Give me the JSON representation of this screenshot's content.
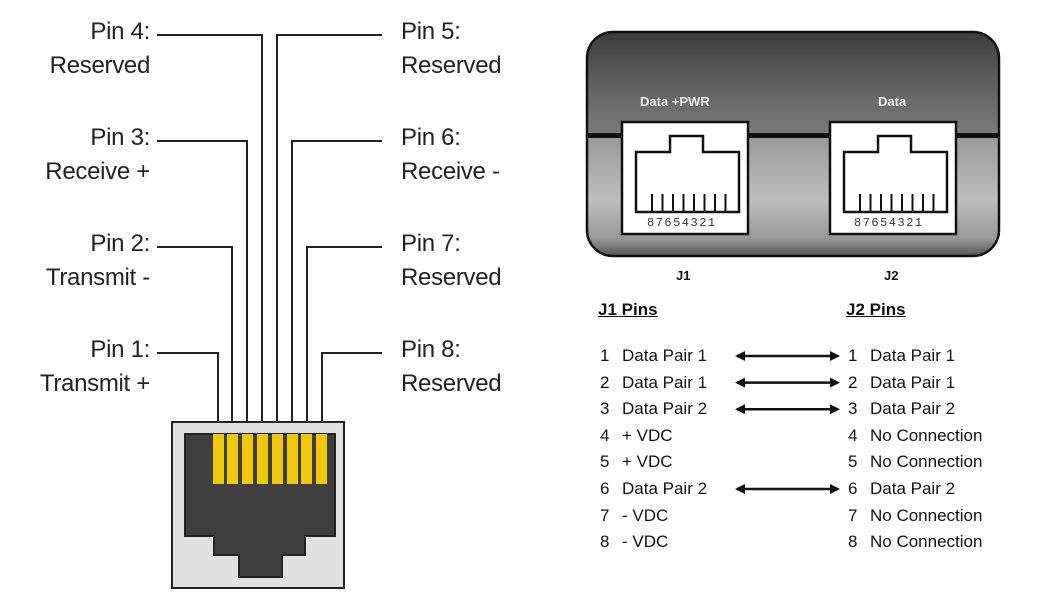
{
  "left_diagram": {
    "title_hidden": "RJ45 Pinout",
    "pins": [
      {
        "pin": "Pin 1:",
        "function": "Transmit +",
        "side": "left"
      },
      {
        "pin": "Pin 2:",
        "function": "Transmit -",
        "side": "left"
      },
      {
        "pin": "Pin 3:",
        "function": "Receive +",
        "side": "left"
      },
      {
        "pin": "Pin 4:",
        "function": "Reserved",
        "side": "left"
      },
      {
        "pin": "Pin 5:",
        "function": "Reserved",
        "side": "right"
      },
      {
        "pin": "Pin 6:",
        "function": "Receive -",
        "side": "right"
      },
      {
        "pin": "Pin 7:",
        "function": "Reserved",
        "side": "right"
      },
      {
        "pin": "Pin 8:",
        "function": "Reserved",
        "side": "right"
      }
    ],
    "colors": {
      "contact": "#f0c810",
      "jack_body": "#3f3f3f",
      "jack_frame": "#e0e0e0"
    }
  },
  "device_panel": {
    "jacks": [
      {
        "caption": "Data +PWR",
        "name": "J1",
        "pin_numbers": "87654321"
      },
      {
        "caption": "Data",
        "name": "J2",
        "pin_numbers": "87654321"
      }
    ]
  },
  "pin_table": {
    "j1_header": "J1 Pins",
    "j2_header": "J2 Pins",
    "rows": [
      {
        "j1_num": "1",
        "j1_label": "Data Pair 1",
        "j2_num": "1",
        "j2_label": "Data Pair 1",
        "connected": true
      },
      {
        "j1_num": "2",
        "j1_label": "Data Pair 1",
        "j2_num": "2",
        "j2_label": "Data Pair 1",
        "connected": true
      },
      {
        "j1_num": "3",
        "j1_label": "Data Pair 2",
        "j2_num": "3",
        "j2_label": "Data Pair 2",
        "connected": true
      },
      {
        "j1_num": "4",
        "j1_label": "+ VDC",
        "j2_num": "4",
        "j2_label": "No Connection",
        "connected": false
      },
      {
        "j1_num": "5",
        "j1_label": "+ VDC",
        "j2_num": "5",
        "j2_label": "No Connection",
        "connected": false
      },
      {
        "j1_num": "6",
        "j1_label": "Data Pair 2",
        "j2_num": "6",
        "j2_label": "Data Pair 2",
        "connected": true
      },
      {
        "j1_num": "7",
        "j1_label": "- VDC",
        "j2_num": "7",
        "j2_label": "No Connection",
        "connected": false
      },
      {
        "j1_num": "8",
        "j1_label": "- VDC",
        "j2_num": "8",
        "j2_label": "No Connection",
        "connected": false
      }
    ]
  }
}
